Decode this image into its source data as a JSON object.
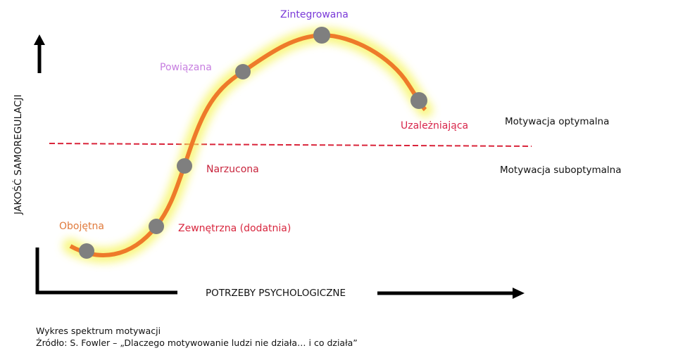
{
  "diagram": {
    "title": "Wykres spektrum motywacji",
    "source": "Źródło: S. Fowler – „Dlaczego motywowanie ludzi nie działa… i co działa”",
    "y_axis_label": "JAKOŚĆ SAMOREGULACJI",
    "x_axis_label": "POTRZEBY PSYCHOLOGICZNE",
    "threshold": {
      "style": "dashed",
      "color": "#d9243a",
      "above_label": "Motywacja optymalna",
      "below_label": "Motywacja suboptymalna"
    },
    "curve": {
      "color": "#ee7a2a",
      "glow_color": "#f6f45a",
      "marker_color": "#7f7f7f"
    },
    "stages": [
      {
        "label": "Obojętna",
        "color": "#e07a3c"
      },
      {
        "label": "Zewnętrzna (dodatnia)",
        "color": "#d8263e"
      },
      {
        "label": "Narzucona",
        "color": "#c8243c"
      },
      {
        "label": "Powiązana",
        "color": "#c77ee0"
      },
      {
        "label": "Zintegrowana",
        "color": "#7a3ad8"
      },
      {
        "label": "Uzależniająca",
        "color": "#d8264a"
      }
    ]
  },
  "chart_data": {
    "type": "line",
    "title": "Wykres spektrum motywacji",
    "xlabel": "POTRZEBY PSYCHOLOGICZNE",
    "ylabel": "JAKOŚĆ SAMOREGULACJI",
    "categories": [
      "Obojętna",
      "Zewnętrzna (dodatnia)",
      "Narzucona",
      "Powiązana",
      "Zintegrowana",
      "Uzależniająca"
    ],
    "series": [
      {
        "name": "Spektrum motywacji",
        "values": [
          0.03,
          0.13,
          0.45,
          0.83,
          1.0,
          0.71
        ]
      }
    ],
    "threshold": {
      "value": 0.52,
      "label_above": "Motywacja optymalna",
      "label_below": "Motywacja suboptymalna"
    },
    "ylim": [
      0,
      1
    ],
    "grid": false,
    "legend": "none",
    "annotations": [
      "Motywacja optymalna",
      "Motywacja suboptymalna"
    ]
  }
}
